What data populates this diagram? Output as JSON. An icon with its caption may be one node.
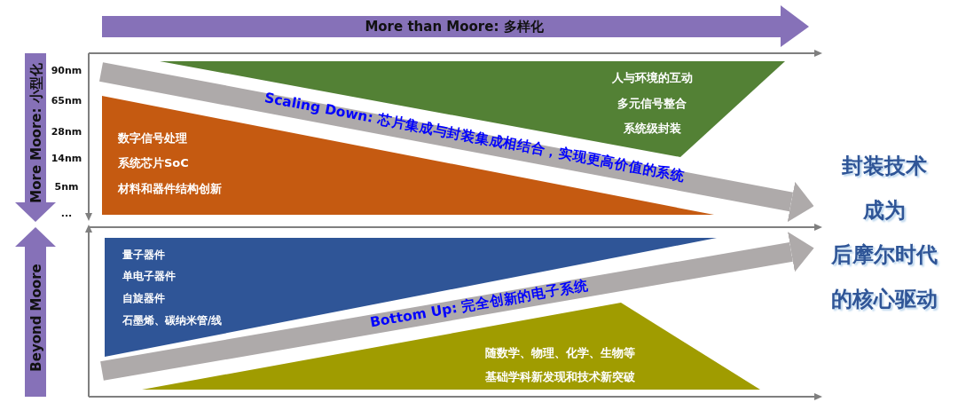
{
  "diagram": {
    "nodes": [
      {
        "text": [
          "人与环境的互动",
          "多元信号整合",
          "系统级封装"
        ]
      },
      {
        "text": [
          "数字信号处理",
          "系统芯片SoC",
          "材料和器件结构创新"
        ]
      },
      {
        "text": [
          "量子器件",
          "单电子器件",
          "自旋器件",
          "石墨烯、碳纳米管/线"
        ]
      },
      {
        "text": [
          "随数学、物理、化学、生物等",
          "基础学科新发现和技术新突破"
        ]
      },
      {
        "text": [
          "封装技术",
          "成为",
          "后摩尔时代",
          "的核心驱动"
        ]
      }
    ],
    "edges": [
      {
        "from": null,
        "to": 4,
        "arrow": "to",
        "label": "Scaling Down: 芯片集成与封装集成相结合，实现更高价值的系统"
      },
      {
        "from": null,
        "to": 4,
        "arrow": "to",
        "label": "Bottom Up: 完全创新的电子系统"
      }
    ],
    "labels": [
      "More than Moore: 多样化",
      "More Moore: 小型化",
      "90nm",
      "65nm",
      "28nm",
      "14nm",
      "5nm",
      "...",
      "Beyond Moore"
    ]
  }
}
